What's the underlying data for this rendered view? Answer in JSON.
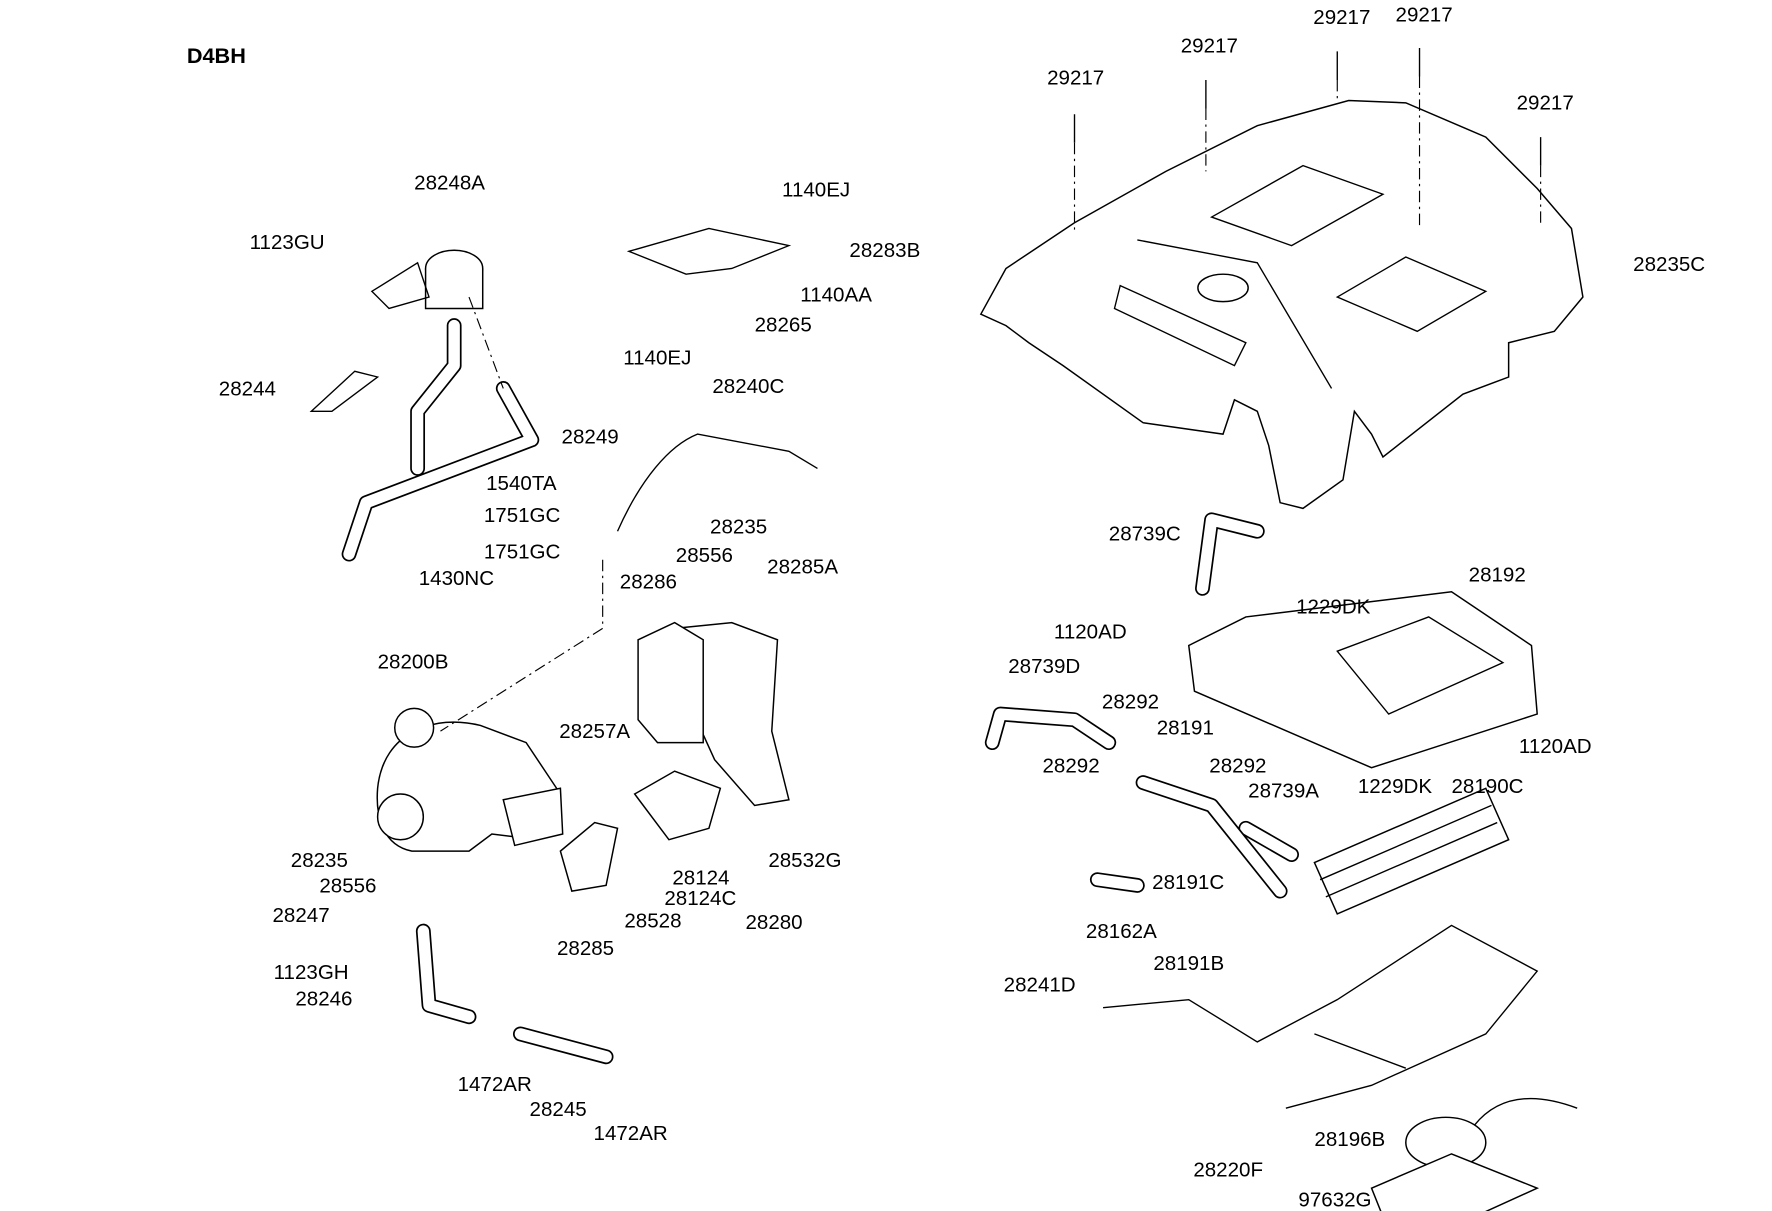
{
  "title": "D4BH",
  "labels": [
    "28248A",
    "1123GU",
    "28244",
    "28249",
    "1430NC",
    "1140EJ",
    "28283B",
    "1140AA",
    "28265",
    "1140EJ",
    "28240C",
    "1540TA",
    "1751GC",
    "1751GC",
    "28235",
    "28556",
    "28285A",
    "28286",
    "28200B",
    "28257A",
    "28235",
    "28556",
    "28247",
    "1123GH",
    "28246",
    "1472AR",
    "28245",
    "1472AR",
    "28285",
    "28528",
    "28124",
    "28124C",
    "28532G",
    "28280",
    "29217",
    "29217",
    "29217",
    "29217",
    "29217",
    "28235C",
    "28739C",
    "28192",
    "1229DK",
    "1120AD",
    "28739D",
    "28292",
    "28191",
    "28292",
    "28292",
    "28739A",
    "1229DK",
    "28190C",
    "1120AD",
    "28191C",
    "28162A",
    "28191B",
    "28241D",
    "28196B",
    "28220F",
    "97632G"
  ]
}
